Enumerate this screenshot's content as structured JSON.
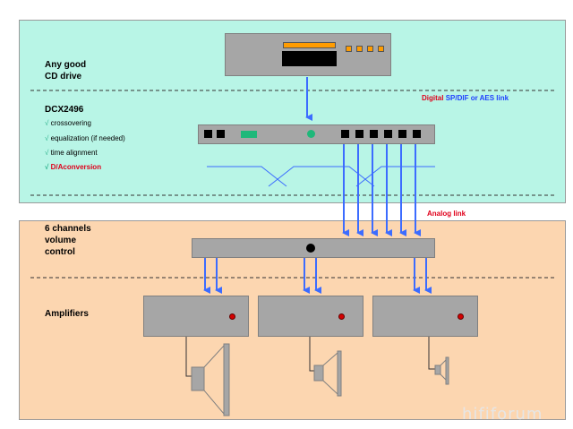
{
  "diagram": {
    "colors": {
      "digital_panel": "#b8f5e6",
      "analog_panel": "#fcd6b0",
      "device": "#a6a6a6",
      "arrow": "#3c6cff",
      "digital_label": "#e0001b",
      "link_label": "#1f3fff",
      "check": "#2ab08a"
    },
    "cd": {
      "label_line1": "Any good",
      "label_line2": "CD drive"
    },
    "link": {
      "digital": "Digital",
      "rest": "SP/DIF or  AES link",
      "analog": "Analog link"
    },
    "dcx": {
      "title": "DCX2496",
      "check_glyph": "√",
      "features": [
        "crossovering",
        "equalization (if needed)",
        "time alignment",
        "D/Aconversion"
      ]
    },
    "volume": {
      "line1": "6 channels",
      "line2": "volume",
      "line3": "control"
    },
    "amps": {
      "label": "Amplifiers"
    },
    "watermark": "hififorum"
  }
}
